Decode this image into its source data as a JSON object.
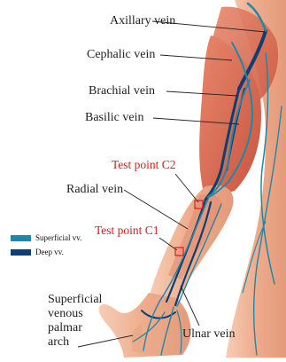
{
  "labels": {
    "axillary": "Axillary vein",
    "cephalic": "Cephalic vein",
    "brachial": "Brachial vein",
    "basilic": "Basilic vein",
    "radial": "Radial vein",
    "ulnar": "Ulnar vein",
    "palmar_line1": "Superficial",
    "palmar_line2": "venous",
    "palmar_line3": "palmar",
    "palmar_line4": "arch"
  },
  "test_points": {
    "c2": "Test point C2",
    "c1": "Test point C1"
  },
  "legend": {
    "superficial": "Superficial vv.",
    "deep": "Deep vv."
  },
  "colors": {
    "superficial": "#1e88a8",
    "deep": "#0d3f73",
    "test_point": "#e0191b",
    "skin": "#f0b89a",
    "muscle": "#d66a55"
  }
}
